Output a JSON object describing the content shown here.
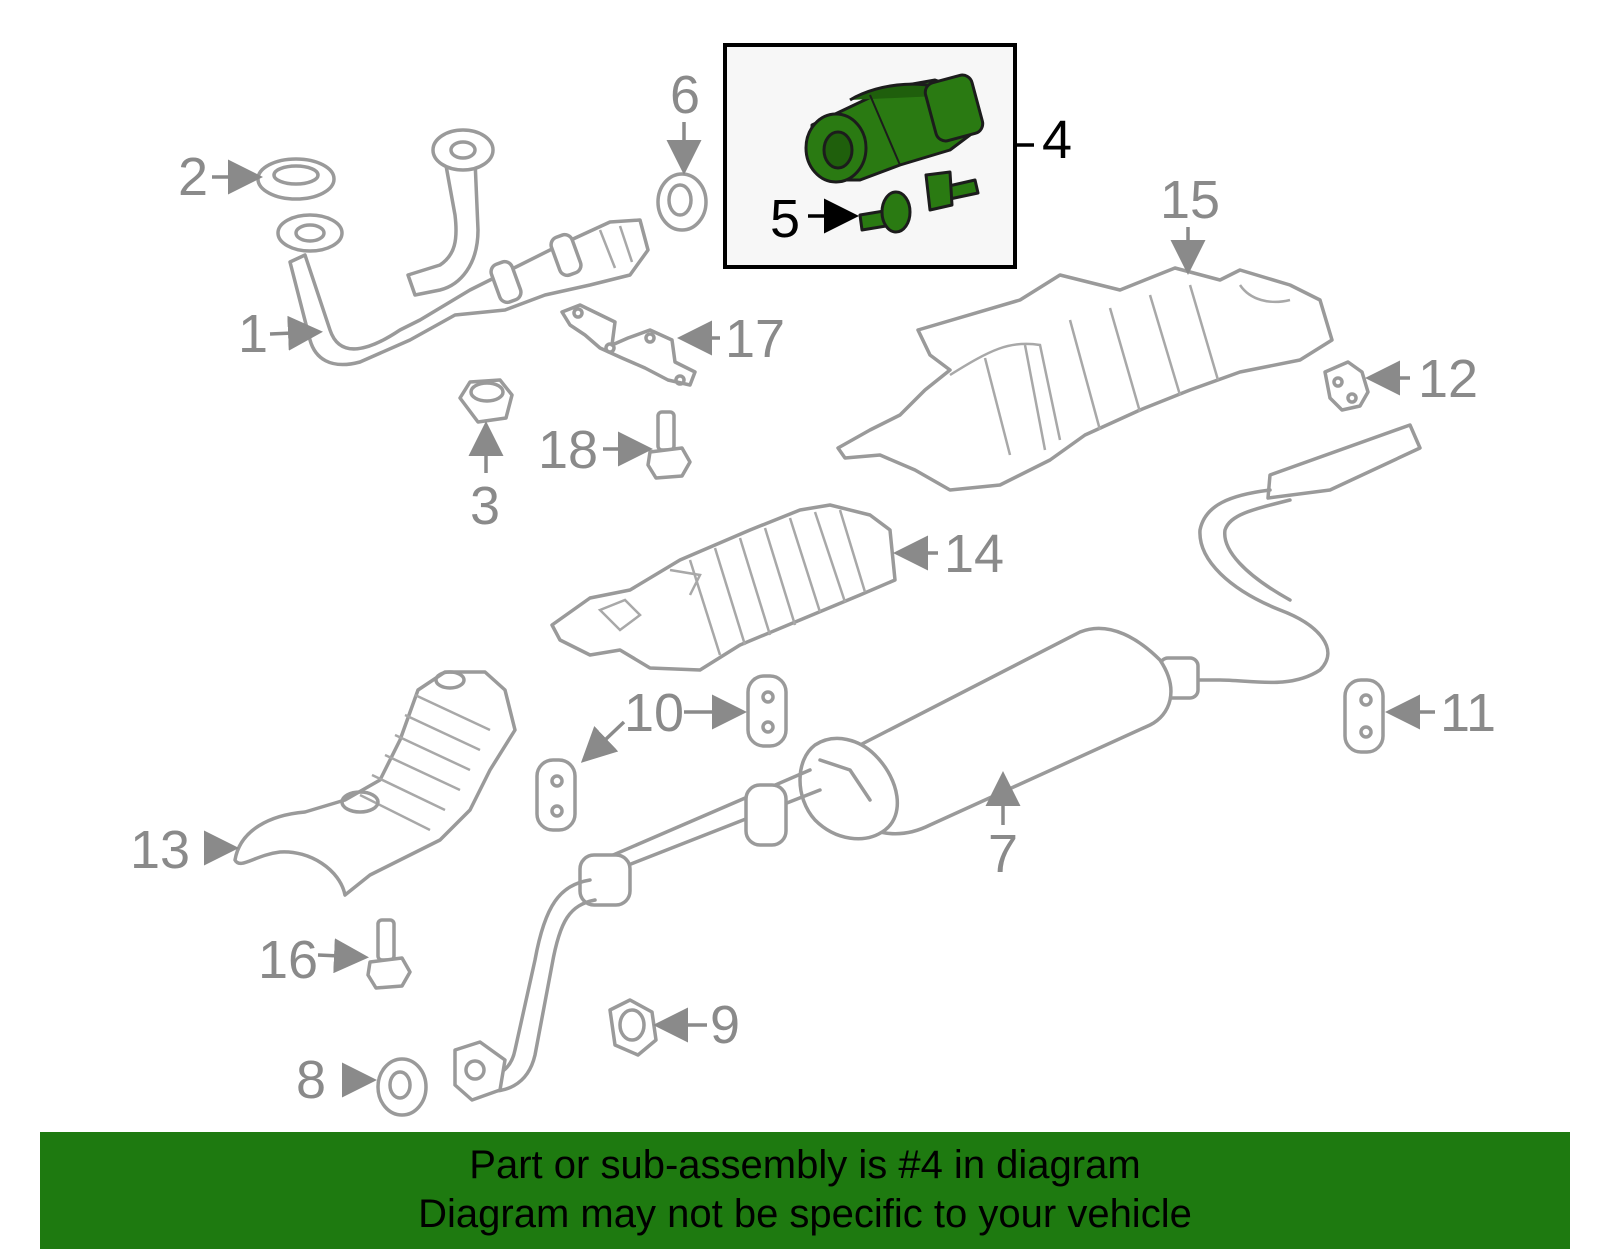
{
  "callouts": {
    "c1": "1",
    "c2": "2",
    "c3": "3",
    "c4": "4",
    "c5": "5",
    "c6": "6",
    "c7": "7",
    "c8": "8",
    "c9": "9",
    "c10": "10",
    "c11": "11",
    "c12": "12",
    "c13": "13",
    "c14": "14",
    "c15": "15",
    "c16": "16",
    "c17": "17",
    "c18": "18"
  },
  "highlighted_part": "4",
  "colors": {
    "highlight_fill": "#2a7a12",
    "banner": "#1e7a10",
    "parts_stroke": "#9a9a9a"
  },
  "banner": {
    "line1": "Part or sub-assembly is #4 in diagram",
    "line2": "Diagram may not be specific to your vehicle"
  }
}
